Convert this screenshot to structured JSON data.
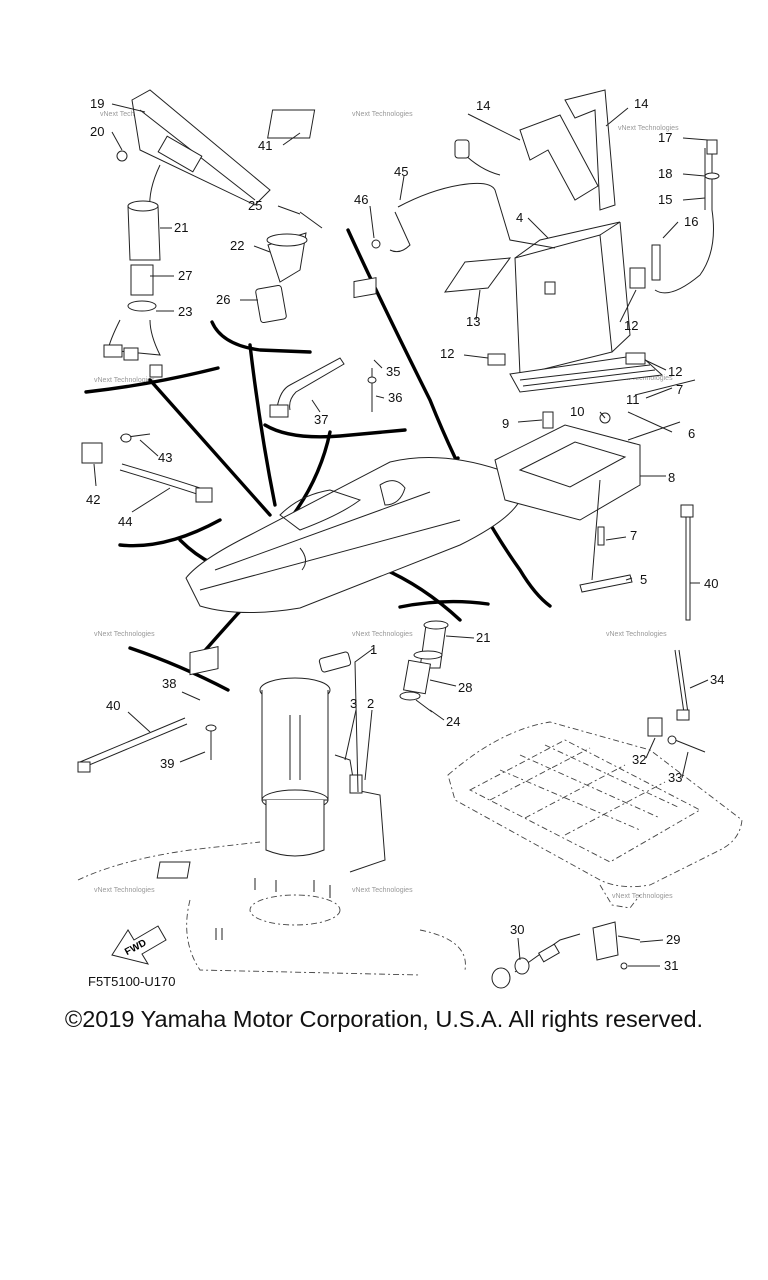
{
  "diagram": {
    "drawing_code": "F5T5100-U170",
    "arrow_label": "FWD",
    "watermark": "vNext Technologies",
    "callouts": [
      {
        "id": "c1",
        "text": "1"
      },
      {
        "id": "c2",
        "text": "2"
      },
      {
        "id": "c3",
        "text": "3"
      },
      {
        "id": "c4",
        "text": "4"
      },
      {
        "id": "c5",
        "text": "5"
      },
      {
        "id": "c6",
        "text": "6"
      },
      {
        "id": "c7",
        "text": "7"
      },
      {
        "id": "c7b",
        "text": "7"
      },
      {
        "id": "c8",
        "text": "8"
      },
      {
        "id": "c9",
        "text": "9"
      },
      {
        "id": "c10",
        "text": "10"
      },
      {
        "id": "c11",
        "text": "11"
      },
      {
        "id": "c12a",
        "text": "12"
      },
      {
        "id": "c12b",
        "text": "12"
      },
      {
        "id": "c12c",
        "text": "12"
      },
      {
        "id": "c13",
        "text": "13"
      },
      {
        "id": "c14a",
        "text": "14"
      },
      {
        "id": "c14b",
        "text": "14"
      },
      {
        "id": "c15",
        "text": "15"
      },
      {
        "id": "c16",
        "text": "16"
      },
      {
        "id": "c17",
        "text": "17"
      },
      {
        "id": "c18",
        "text": "18"
      },
      {
        "id": "c19",
        "text": "19"
      },
      {
        "id": "c20",
        "text": "20"
      },
      {
        "id": "c21a",
        "text": "21"
      },
      {
        "id": "c21b",
        "text": "21"
      },
      {
        "id": "c22",
        "text": "22"
      },
      {
        "id": "c23",
        "text": "23"
      },
      {
        "id": "c24",
        "text": "24"
      },
      {
        "id": "c25",
        "text": "25"
      },
      {
        "id": "c26",
        "text": "26"
      },
      {
        "id": "c27",
        "text": "27"
      },
      {
        "id": "c28",
        "text": "28"
      },
      {
        "id": "c29",
        "text": "29"
      },
      {
        "id": "c30",
        "text": "30"
      },
      {
        "id": "c31",
        "text": "31"
      },
      {
        "id": "c32",
        "text": "32"
      },
      {
        "id": "c33",
        "text": "33"
      },
      {
        "id": "c34",
        "text": "34"
      },
      {
        "id": "c35",
        "text": "35"
      },
      {
        "id": "c36",
        "text": "36"
      },
      {
        "id": "c37",
        "text": "37"
      },
      {
        "id": "c38",
        "text": "38"
      },
      {
        "id": "c39",
        "text": "39"
      },
      {
        "id": "c40a",
        "text": "40"
      },
      {
        "id": "c40b",
        "text": "40"
      },
      {
        "id": "c41",
        "text": "41"
      },
      {
        "id": "c42",
        "text": "42"
      },
      {
        "id": "c43",
        "text": "43"
      },
      {
        "id": "c44",
        "text": "44"
      },
      {
        "id": "c45",
        "text": "45"
      },
      {
        "id": "c46",
        "text": "46"
      }
    ]
  },
  "footer": {
    "copyright": "©2019 Yamaha Motor Corporation, U.S.A. All rights reserved."
  }
}
